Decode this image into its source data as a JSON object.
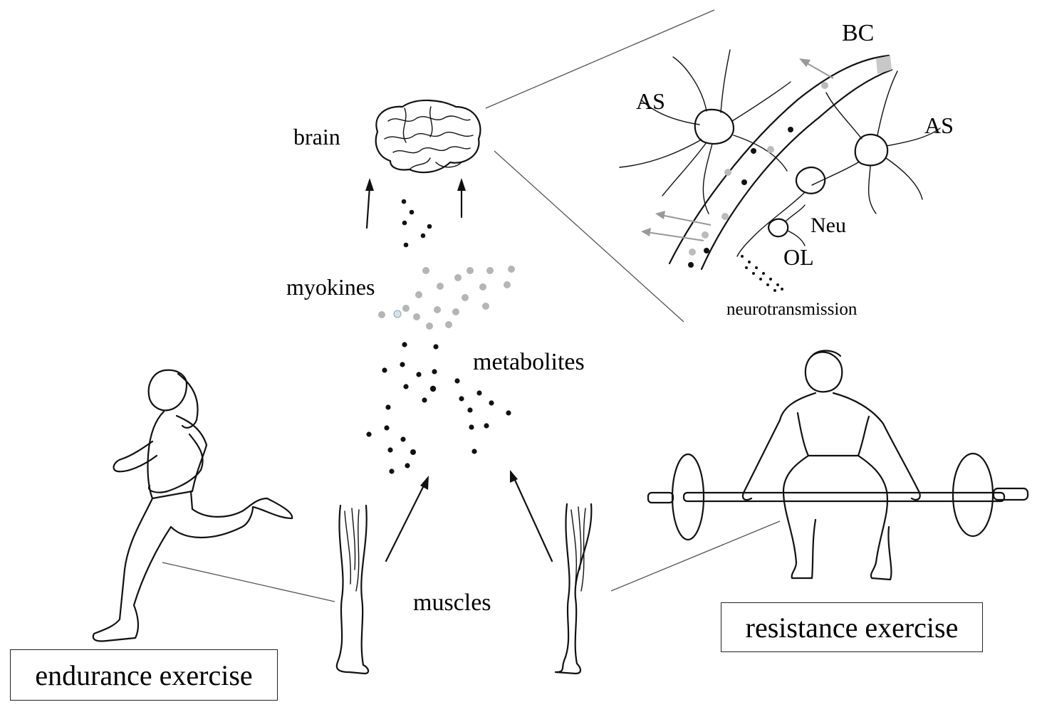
{
  "labels": {
    "brain": "brain",
    "myokines": "myokines",
    "metabolites": "metabolites",
    "muscles": "muscles",
    "BC": "BC",
    "AS_left": "AS",
    "AS_right": "AS",
    "Neu": "Neu",
    "OL": "OL",
    "neurotransmission": "neurotransmission"
  },
  "boxes": {
    "endurance": "endurance  exercise",
    "resistance": "resistance  exercise"
  },
  "colors": {
    "ink": "#111111",
    "myokine_dot": "#b5b5b5",
    "metabolite_dot": "#111111",
    "guide_line": "#555555"
  }
}
